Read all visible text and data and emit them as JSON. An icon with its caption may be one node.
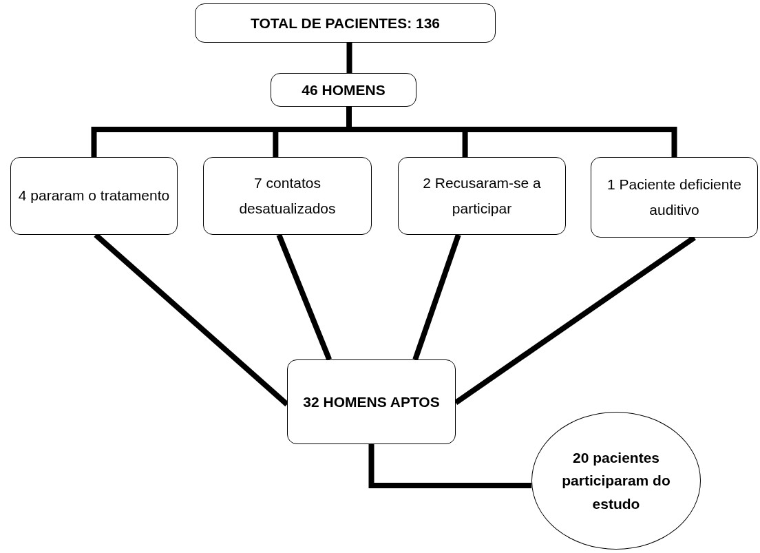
{
  "diagram": {
    "nodes": [
      {
        "text": [
          "TOTAL DE PACIENTES: 136"
        ]
      },
      {
        "text": [
          "46 HOMENS"
        ]
      },
      {
        "text": [
          "4 pararam o tratamento"
        ]
      },
      {
        "text": [
          "7 contatos desatualizados"
        ]
      },
      {
        "text": [
          "2 Recusaram-se a participar"
        ]
      },
      {
        "text": [
          "1 Paciente deficiente auditivo"
        ]
      },
      {
        "text": [
          "32 HOMENS APTOS"
        ]
      },
      {
        "text": [
          "20 pacientes participaram do estudo"
        ]
      }
    ],
    "edges": [
      {
        "from": 0,
        "to": 1,
        "arrow": "none"
      },
      {
        "from": 1,
        "to": 2,
        "arrow": "none"
      },
      {
        "from": 1,
        "to": 3,
        "arrow": "none"
      },
      {
        "from": 1,
        "to": 4,
        "arrow": "none"
      },
      {
        "from": 1,
        "to": 5,
        "arrow": "none"
      },
      {
        "from": 2,
        "to": 6,
        "arrow": "none"
      },
      {
        "from": 3,
        "to": 6,
        "arrow": "none"
      },
      {
        "from": 4,
        "to": 6,
        "arrow": "none"
      },
      {
        "from": 5,
        "to": 6,
        "arrow": "none"
      },
      {
        "from": 6,
        "to": 7,
        "arrow": "none"
      }
    ]
  }
}
